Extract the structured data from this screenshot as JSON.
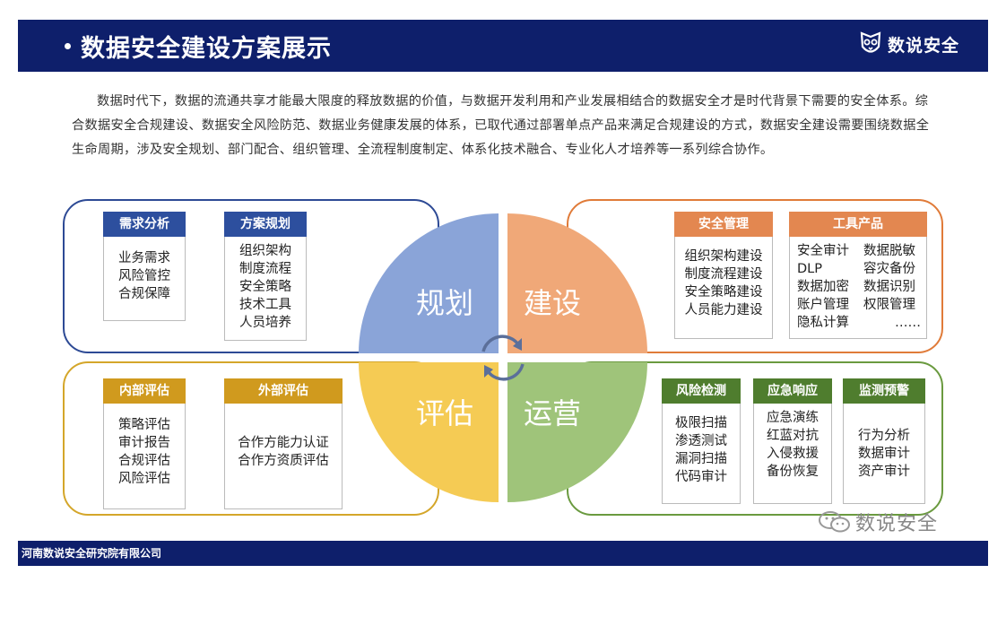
{
  "header": {
    "title": "数据安全建设方案展示",
    "logo_text": "数说安全"
  },
  "intro": "数据时代下，数据的流通共享才能最大限度的释放数据的价值，与数据开发利用和产业发展相结合的数据安全才是时代背景下需要的安全体系。综合数据安全合规建设、数据安全风险防范、数据业务健康发展的体系，已取代通过部署单点产品来满足合规建设的方式，数据安全建设需要围绕数据全生命周期，涉及安全规划、部门配合、组织管理、全流程制度制定、体系化技术融合、专业化人才培养等一系列综合协作。",
  "quadrants": {
    "plan": "规划",
    "build": "建设",
    "eval": "评估",
    "ops": "运营"
  },
  "cards": {
    "needs": {
      "title": "需求分析",
      "items": [
        "业务需求",
        "风险管控",
        "合规保障"
      ]
    },
    "planning": {
      "title": "方案规划",
      "items": [
        "组织架构",
        "制度流程",
        "安全策略",
        "技术工具",
        "人员培养"
      ]
    },
    "security_mgmt": {
      "title": "安全管理",
      "items": [
        "组织架构建设",
        "制度流程建设",
        "安全策略建设",
        "人员能力建设"
      ]
    },
    "tools": {
      "title": "工具产品",
      "items": [
        "安全审计",
        "数据脱敏",
        "DLP",
        "容灾备份",
        "数据加密",
        "数据识别",
        "账户管理",
        "权限管理",
        "隐私计算",
        "……"
      ]
    },
    "internal_eval": {
      "title": "内部评估",
      "items": [
        "策略评估",
        "审计报告",
        "合规评估",
        "风险评估"
      ]
    },
    "external_eval": {
      "title": "外部评估",
      "items": [
        "合作方能力认证",
        "合作方资质评估"
      ]
    },
    "risk_detect": {
      "title": "风险检测",
      "items": [
        "极限扫描",
        "渗透测试",
        "漏洞扫描",
        "代码审计"
      ]
    },
    "emergency": {
      "title": "应急响应",
      "items": [
        "应急演练",
        "红蓝对抗",
        "入侵救援",
        "备份恢复"
      ]
    },
    "monitor": {
      "title": "监测预警",
      "items": [
        "行为分析",
        "数据审计",
        "资产审计"
      ]
    }
  },
  "colors": {
    "navy": "#0e1f6b",
    "plan": "#8aa4d8",
    "build": "#f0a878",
    "eval": "#f5cb54",
    "ops": "#9fc47a"
  },
  "footer": {
    "company": "河南数说安全研究院有限公司"
  },
  "watermark": {
    "text": "数说安全",
    "icon": "wechat-icon"
  }
}
